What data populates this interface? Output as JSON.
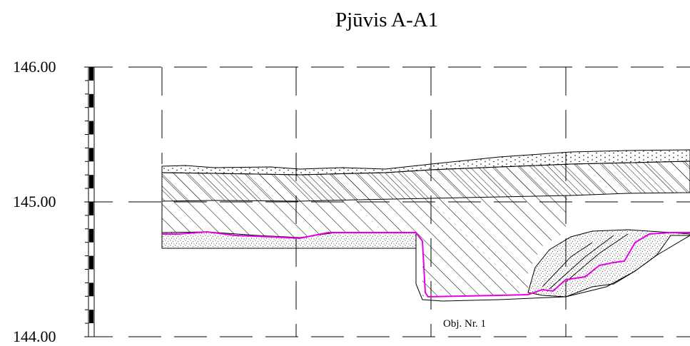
{
  "title": "Pjūvis A-A1",
  "elevations": [
    "146.00",
    "145.00",
    "144.00"
  ],
  "object_label": "Obj. Nr. 1",
  "colors": {
    "line": "#000000",
    "magenta_line": "#e600e6",
    "hatch": "#000000",
    "background": "#ffffff"
  }
}
